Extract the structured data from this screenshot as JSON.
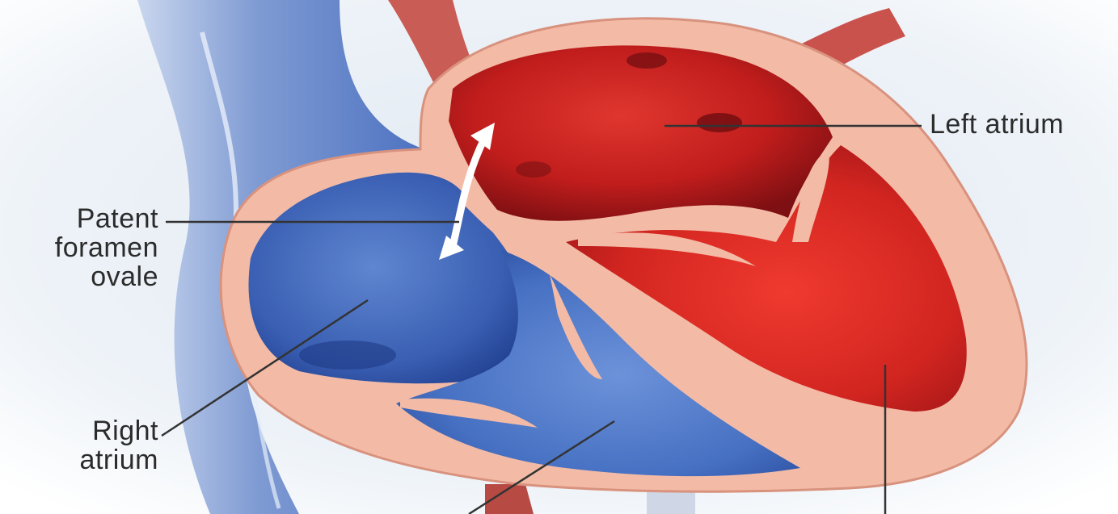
{
  "labels": {
    "left_atrium": "Left atrium",
    "patent_foramen_ovale": [
      "Patent",
      "foramen",
      "ovale"
    ],
    "right_atrium": [
      "Right",
      "atrium"
    ]
  },
  "colors": {
    "background": "#e8eef4",
    "deoxygenated_blood": "#3e63b4",
    "oxygenated_blood": "#c8201e",
    "heart_wall": "#f2b9a3",
    "leader_line": "#333333",
    "arrow": "#ffffff"
  }
}
